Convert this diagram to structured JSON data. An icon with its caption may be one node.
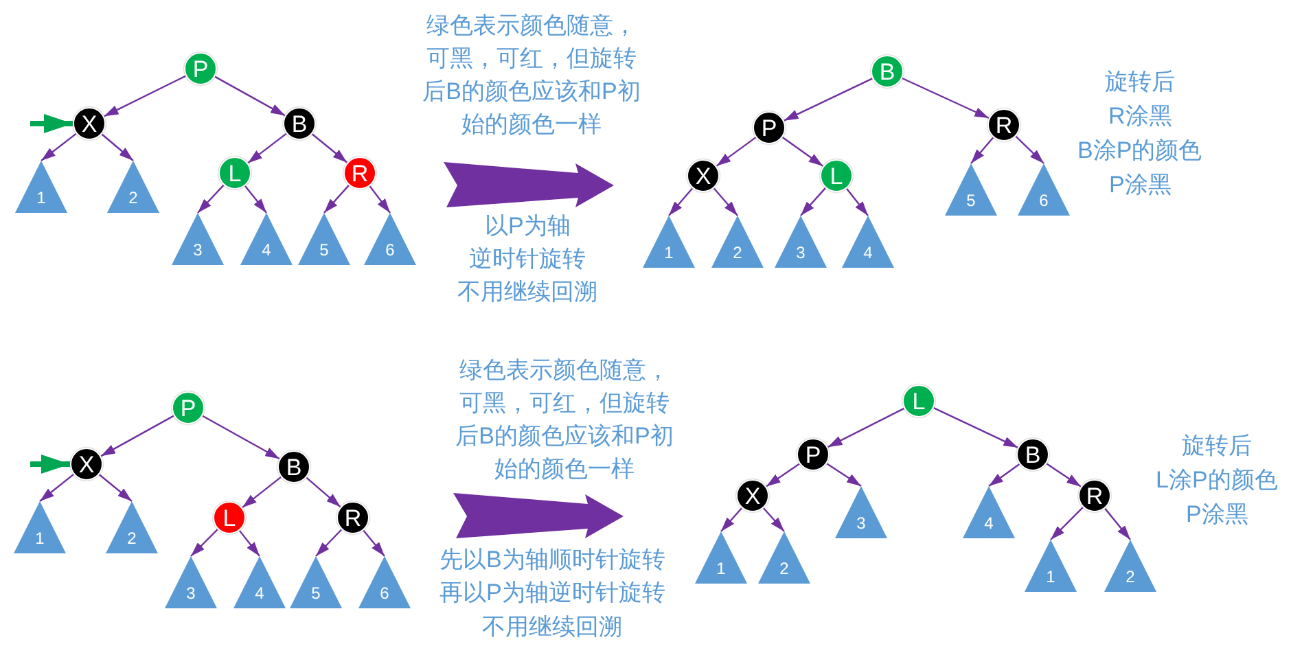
{
  "diagram": {
    "nodes": [
      {
        "text": [
          "P"
        ]
      },
      {
        "text": [
          "X"
        ]
      },
      {
        "text": [
          "B"
        ]
      },
      {
        "text": [
          "1"
        ]
      },
      {
        "text": [
          "2"
        ]
      },
      {
        "text": [
          "L"
        ]
      },
      {
        "text": [
          "R"
        ]
      },
      {
        "text": [
          "3"
        ]
      },
      {
        "text": [
          "4"
        ]
      },
      {
        "text": [
          "5"
        ]
      },
      {
        "text": [
          "6"
        ]
      },
      {
        "text": [
          "B"
        ]
      },
      {
        "text": [
          "P"
        ]
      },
      {
        "text": [
          "R"
        ]
      },
      {
        "text": [
          "X"
        ]
      },
      {
        "text": [
          "L"
        ]
      },
      {
        "text": [
          "5"
        ]
      },
      {
        "text": [
          "6"
        ]
      },
      {
        "text": [
          "1"
        ]
      },
      {
        "text": [
          "2"
        ]
      },
      {
        "text": [
          "3"
        ]
      },
      {
        "text": [
          "4"
        ]
      },
      {
        "text": [
          "P"
        ]
      },
      {
        "text": [
          "X"
        ]
      },
      {
        "text": [
          "B"
        ]
      },
      {
        "text": [
          "1"
        ]
      },
      {
        "text": [
          "2"
        ]
      },
      {
        "text": [
          "L"
        ]
      },
      {
        "text": [
          "R"
        ]
      },
      {
        "text": [
          "3"
        ]
      },
      {
        "text": [
          "4"
        ]
      },
      {
        "text": [
          "5"
        ]
      },
      {
        "text": [
          "6"
        ]
      },
      {
        "text": [
          "L"
        ]
      },
      {
        "text": [
          "P"
        ]
      },
      {
        "text": [
          "B"
        ]
      },
      {
        "text": [
          "X"
        ]
      },
      {
        "text": [
          "3"
        ]
      },
      {
        "text": [
          "4"
        ]
      },
      {
        "text": [
          "R"
        ]
      },
      {
        "text": [
          "1"
        ]
      },
      {
        "text": [
          "2"
        ]
      },
      {
        "text": [
          "1"
        ]
      },
      {
        "text": [
          "2"
        ]
      }
    ],
    "edges": [
      {
        "from": 0,
        "to": 1,
        "arrow": "to"
      },
      {
        "from": 0,
        "to": 2,
        "arrow": "to"
      },
      {
        "from": 1,
        "to": 3,
        "arrow": "to"
      },
      {
        "from": 1,
        "to": 4,
        "arrow": "to"
      },
      {
        "from": 2,
        "to": 5,
        "arrow": "to"
      },
      {
        "from": 2,
        "to": 6,
        "arrow": "to"
      },
      {
        "from": 5,
        "to": 7,
        "arrow": "to"
      },
      {
        "from": 5,
        "to": 8,
        "arrow": "to"
      },
      {
        "from": 6,
        "to": 9,
        "arrow": "to"
      },
      {
        "from": 6,
        "to": 10,
        "arrow": "to"
      },
      {
        "from": null,
        "to": 1,
        "arrow": "to",
        "style": "thick",
        "color": "#00a651"
      },
      {
        "from": 11,
        "to": 12,
        "arrow": "to"
      },
      {
        "from": 11,
        "to": 13,
        "arrow": "to"
      },
      {
        "from": 12,
        "to": 14,
        "arrow": "to"
      },
      {
        "from": 12,
        "to": 15,
        "arrow": "to"
      },
      {
        "from": 13,
        "to": 16,
        "arrow": "to"
      },
      {
        "from": 13,
        "to": 17,
        "arrow": "to"
      },
      {
        "from": 14,
        "to": 18,
        "arrow": "to"
      },
      {
        "from": 14,
        "to": 19,
        "arrow": "to"
      },
      {
        "from": 15,
        "to": 20,
        "arrow": "to"
      },
      {
        "from": 15,
        "to": 21,
        "arrow": "to"
      },
      {
        "from": 22,
        "to": 23,
        "arrow": "to"
      },
      {
        "from": 22,
        "to": 24,
        "arrow": "to"
      },
      {
        "from": 23,
        "to": 25,
        "arrow": "to"
      },
      {
        "from": 23,
        "to": 26,
        "arrow": "to"
      },
      {
        "from": 24,
        "to": 27,
        "arrow": "to"
      },
      {
        "from": 24,
        "to": 28,
        "arrow": "to"
      },
      {
        "from": 27,
        "to": 29,
        "arrow": "to"
      },
      {
        "from": 27,
        "to": 30,
        "arrow": "to"
      },
      {
        "from": 28,
        "to": 31,
        "arrow": "to"
      },
      {
        "from": 28,
        "to": 32,
        "arrow": "to"
      },
      {
        "from": null,
        "to": 23,
        "arrow": "to",
        "style": "thick",
        "color": "#00a651"
      },
      {
        "from": 33,
        "to": 34,
        "arrow": "to"
      },
      {
        "from": 33,
        "to": 35,
        "arrow": "to"
      },
      {
        "from": 34,
        "to": 36,
        "arrow": "to"
      },
      {
        "from": 34,
        "to": 37,
        "arrow": "to"
      },
      {
        "from": 35,
        "to": 38,
        "arrow": "to"
      },
      {
        "from": 35,
        "to": 39,
        "arrow": "to"
      },
      {
        "from": 36,
        "to": 40,
        "arrow": "to"
      },
      {
        "from": 36,
        "to": 41,
        "arrow": "to"
      },
      {
        "from": 39,
        "to": 42,
        "arrow": "to"
      },
      {
        "from": 39,
        "to": 43,
        "arrow": "to"
      }
    ],
    "labels": [
      "绿色表示颜色随意，可黑，可红，但旋转后B的颜色应该和P初始的颜色一样",
      "以P为轴",
      "逆时针旋转",
      "不用继续回溯",
      "旋转后",
      "R涂黑",
      "B涂P的颜色",
      "P涂黑",
      "绿色表示颜色随意，可黑，可红，但旋转后B的颜色应该和P初始的颜色一样",
      "先以B为轴顺时针旋转",
      "再以P为轴逆时针旋转",
      "不用继续回溯",
      "旋转后",
      "L涂P的颜色",
      "P涂黑"
    ]
  }
}
